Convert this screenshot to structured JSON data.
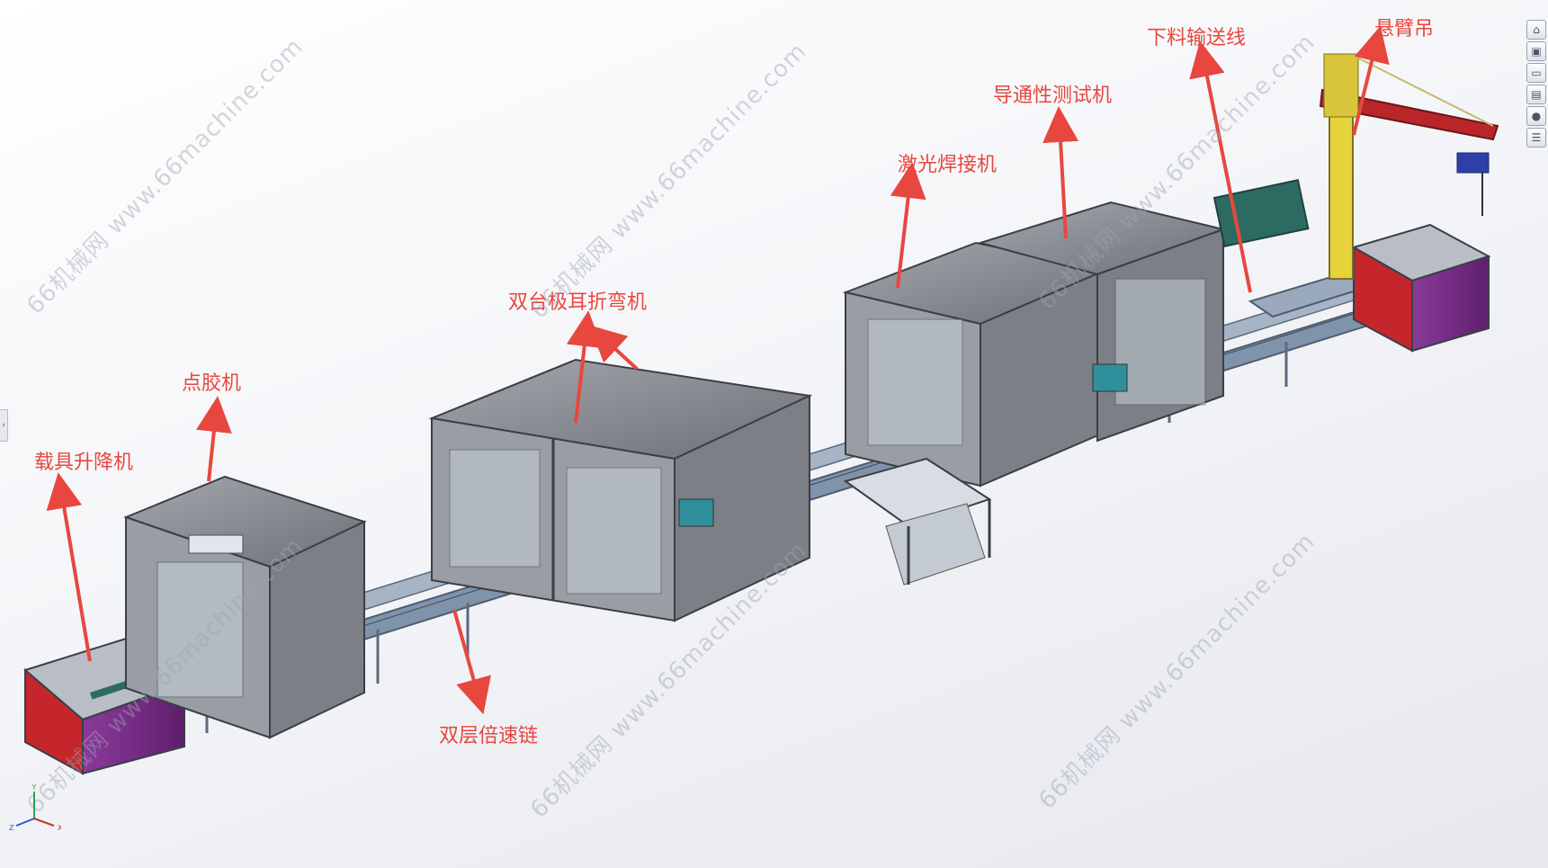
{
  "labels": {
    "carrier_lift": "载具升降机",
    "dispensing": "点胶机",
    "tab_bending": "双台极耳折弯机",
    "double_chain": "双层倍速链",
    "laser_welding": "激光焊接机",
    "continuity_test": "导通性测试机",
    "unloading_conveyor": "下料输送线",
    "jib_crane": "悬臂吊"
  },
  "watermark": "66机械网 www.66machine.com",
  "toolbar": {
    "items": [
      "home-view",
      "view-orientation",
      "open-folder",
      "display-style",
      "appearance",
      "task-pane"
    ]
  },
  "triad": {
    "x": "X",
    "y": "Y",
    "z": "Z"
  },
  "colors": {
    "callout": "#e8473f",
    "frame": "#8e9197",
    "frame_dark": "#55595f",
    "conveyor": "#6a7e96",
    "lift_body": "#7b2a8a",
    "lift_red": "#c5262b",
    "guard_panel": "#2c6a62",
    "crane_yellow": "#e6d23b",
    "crane_red": "#b8262a"
  }
}
